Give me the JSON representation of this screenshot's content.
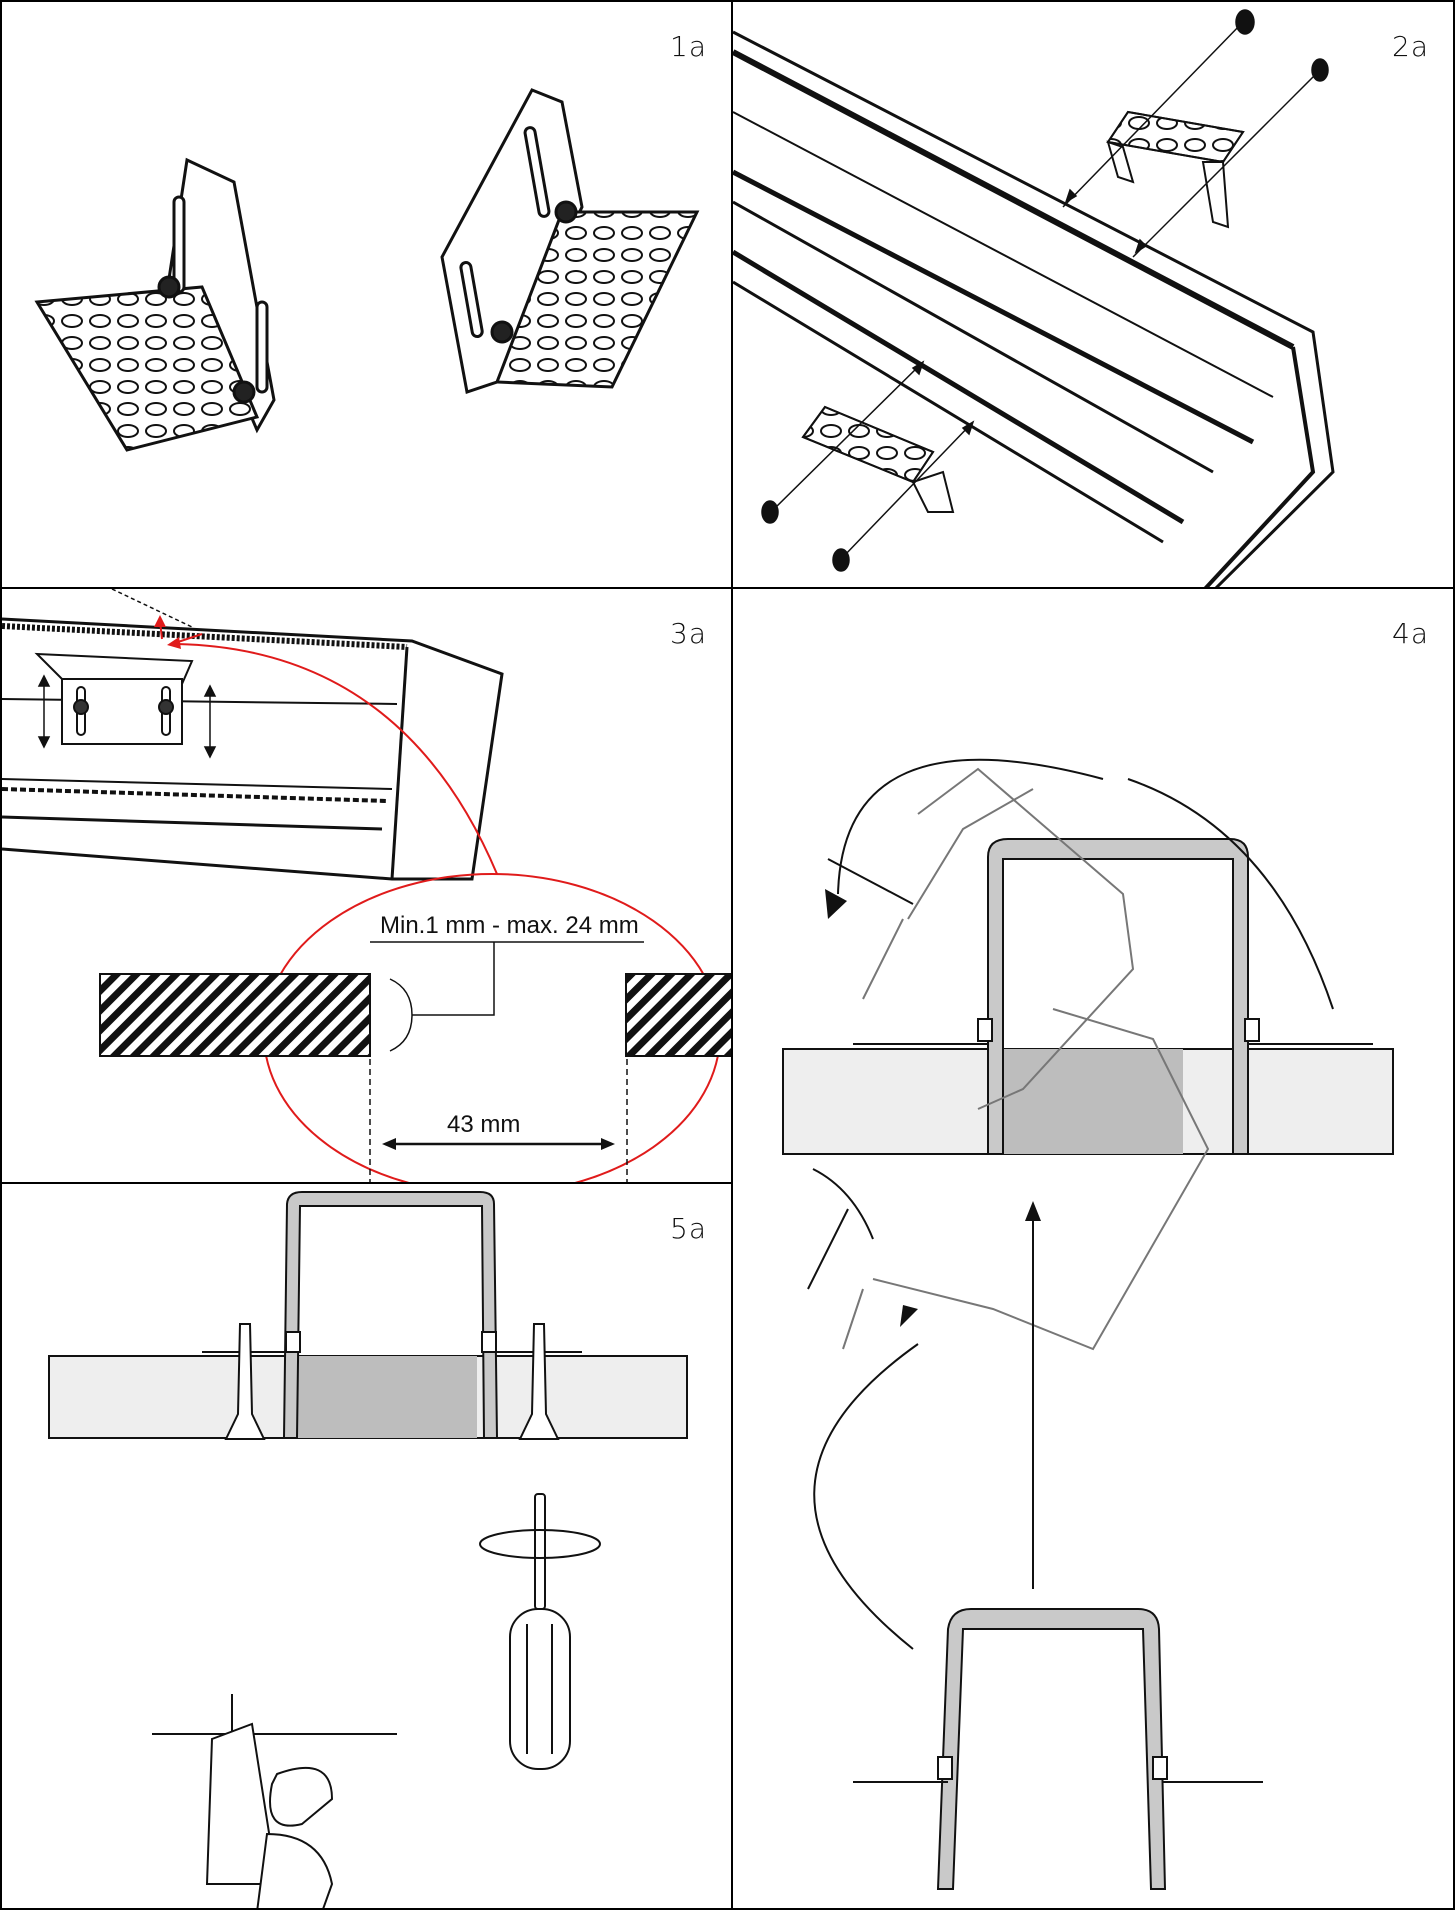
{
  "panels": {
    "p1a": {
      "label": "1a"
    },
    "p2a": {
      "label": "2a"
    },
    "p3a": {
      "label": "3a",
      "gap_range": "Min.1 mm - max. 24 mm",
      "opening_width": "43 mm"
    },
    "p4a": {
      "label": "4a"
    },
    "p5a": {
      "label": "5a"
    }
  },
  "colors": {
    "accent_red": "#e01b1b",
    "line": "#111111",
    "board": "#eeeeee",
    "profile_fill": "#bdbdbd"
  }
}
